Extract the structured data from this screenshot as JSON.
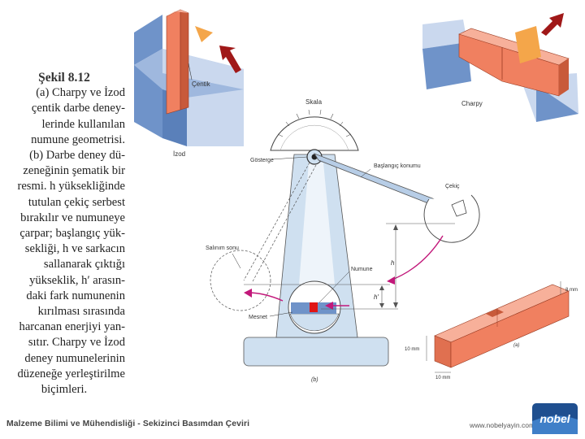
{
  "caption": {
    "title": "Şekil 8.12",
    "lines": [
      "(a) Charpy ve İzod",
      "çentik darbe deney-",
      "lerinde kullanılan",
      "numune geometrisi.",
      "(b) Darbe deney dü-",
      "zeneğinin şematik bir",
      "resmi. h yüksekliğinde",
      "tutulan çekiç serbest",
      "bırakılır ve numuneye",
      "çarpar; başlangıç yük-",
      "sekliği, h ve sarkacın",
      "sallanarak çıktığı",
      "yükseklik, h′ arasın-",
      "daki fark numunenin",
      "kırılması sırasında",
      "harcanan enerjiyi yan-",
      "sıtır. Charpy ve İzod",
      "deney numunelerinin",
      "düzeneğe yerleştirilme",
      "biçimleri."
    ]
  },
  "labels": {
    "izod": "İzod",
    "centik": "Çentik",
    "charpy": "Charpy",
    "skala": "Skala",
    "gosterge": "Gösterge",
    "baslangic": "Başlangıç konumu",
    "cekic": "Çekiç",
    "salinim": "Salınım sonu",
    "numune": "Numune",
    "mesnet": "Mesnet",
    "h": "h",
    "h_prime": "h′",
    "b": "(b)",
    "a": "(a)",
    "dim_8mm": "8 mm",
    "dim_10mm_v": "10 mm",
    "dim_10mm_h": "10 mm"
  },
  "footer": {
    "text": "Malzeme Bilimi ve Mühendisliği - Sekizinci Basımdan Çeviri",
    "url": "www.nobelyayin.com",
    "logo": "nobel"
  },
  "colors": {
    "specimen": "#f08060",
    "specimen_dark": "#c85a3a",
    "blue_dark": "#6f93c9",
    "blue_light": "#cad8ee",
    "machine": "#cfe0f0",
    "arrow_red": "#a01818",
    "arrow_magenta": "#c2187a",
    "hammer_orange": "#f4a64a"
  }
}
